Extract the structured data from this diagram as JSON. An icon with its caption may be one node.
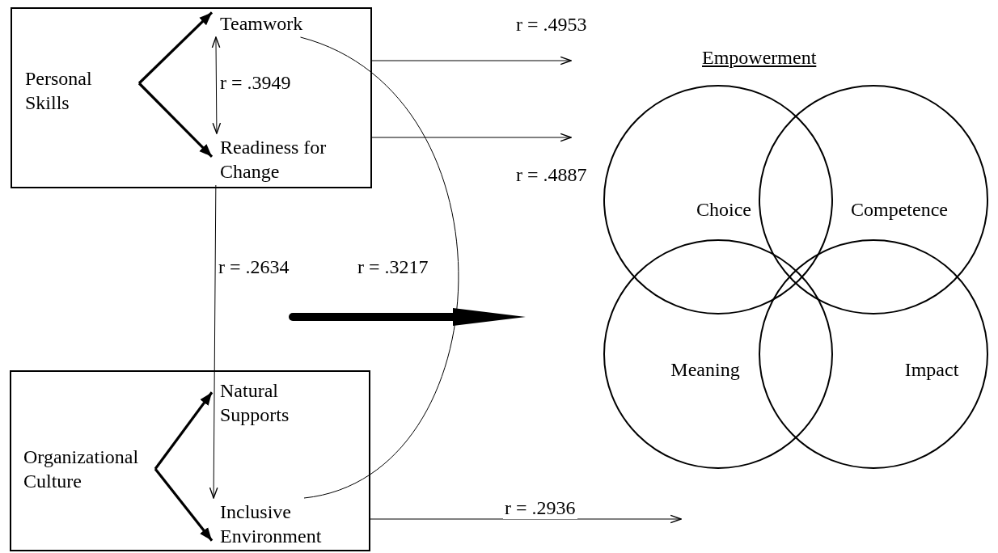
{
  "diagram": {
    "nodes": [
      {
        "text": [],
        "shape": "box"
      },
      {
        "text": [
          "Personal Skills"
        ],
        "in": 0
      },
      {
        "text": [
          "Teamwork"
        ],
        "in": 0
      },
      {
        "text": [
          "Readiness for Change"
        ],
        "in": 0
      },
      {
        "text": [],
        "shape": "box"
      },
      {
        "text": [
          "Organizational Culture"
        ],
        "in": 4
      },
      {
        "text": [
          "Natural Supports"
        ],
        "in": 4
      },
      {
        "text": [
          "Inclusive Environment"
        ],
        "in": 4
      },
      {
        "text": [
          "Choice"
        ]
      },
      {
        "text": [
          "Competence"
        ]
      },
      {
        "text": [
          "Meaning"
        ]
      },
      {
        "text": [
          "Impact"
        ]
      }
    ],
    "edges": [
      {
        "from": 1,
        "to": 2,
        "arrow": "to",
        "style": "thick"
      },
      {
        "from": 1,
        "to": 3,
        "arrow": "to",
        "style": "thick"
      },
      {
        "from": 5,
        "to": 6,
        "arrow": "to",
        "style": "thick"
      },
      {
        "from": 5,
        "to": 7,
        "arrow": "to",
        "style": "thick"
      },
      {
        "from": 2,
        "to": 3,
        "arrow": "both",
        "label": "r = .3949"
      },
      {
        "from": 3,
        "to": 7,
        "arrow": "to",
        "label": "r = .2634"
      },
      {
        "from": 2,
        "to": 7,
        "arrow": "none",
        "label": "r = .3217"
      },
      {
        "from": 0,
        "to": null,
        "arrow": "to",
        "label": "r = .4953"
      },
      {
        "from": 0,
        "to": null,
        "arrow": "to",
        "label": "r = .4887"
      },
      {
        "from": 4,
        "to": null,
        "arrow": "to",
        "label": "r = .2936"
      }
    ],
    "labels": [
      "Empowerment"
    ]
  }
}
